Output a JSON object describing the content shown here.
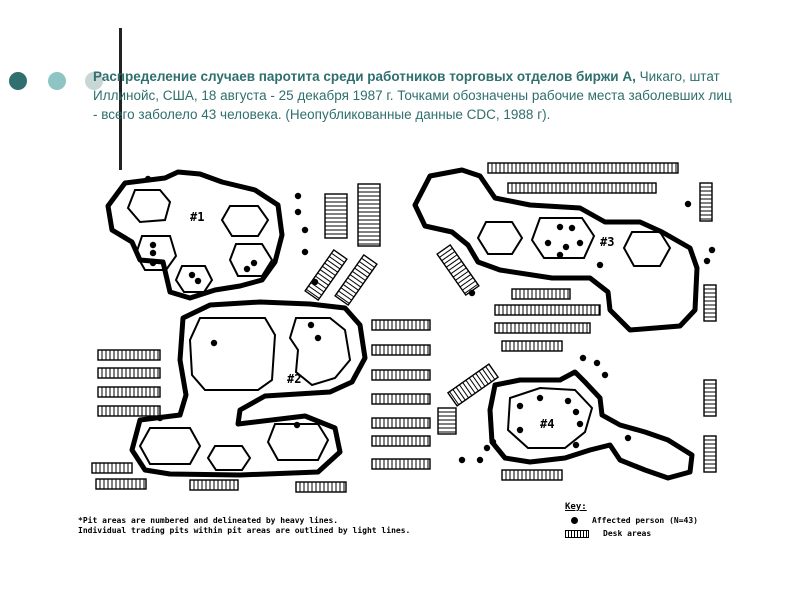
{
  "slide": {
    "accent_colors": [
      "#2f6f6d",
      "#8fc4c4",
      "#c9d6d6"
    ],
    "caption_bold": "Распределение случаев паротита среди работников торговых отделов биржи А,",
    "caption_text": " Чикаго, штат Иллинойс, США, 18 августа - 25 декабря 1987 г. Точками обозначены рабочие места заболевших лиц - всего заболело 43 человека. (Неопубликованные данные CDC, 1988 г)."
  },
  "map": {
    "pit_labels": [
      "#1",
      "#2",
      "#3",
      "#4"
    ],
    "footnote_line1": "*Pit areas are numbered and delineated by heavy lines.",
    "footnote_line2": " Individual trading pits within pit areas are outlined by light lines.",
    "key_title": "Key:",
    "key_affected": "Affected person (N=43)",
    "key_desk": "Desk areas"
  }
}
